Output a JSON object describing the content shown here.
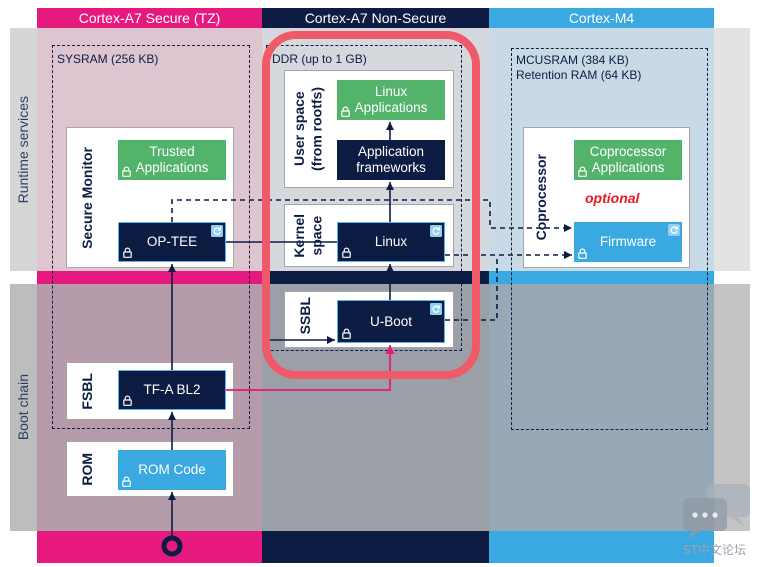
{
  "headers": {
    "secure": "Cortex-A7 Secure (TZ)",
    "nonsecure": "Cortex-A7 Non-Secure",
    "m4": "Cortex-M4"
  },
  "side_labels": {
    "runtime": "Runtime services",
    "boot": "Boot chain"
  },
  "memories": {
    "sysram": "SYSRAM (256 KB)",
    "ddr": "DDR (up to 1 GB)",
    "mcusram": "MCUSRAM (384 KB)",
    "retention_ram": "Retention RAM (64 KB)"
  },
  "groups": {
    "secure_monitor": "Secure Monitor",
    "fsbl": "FSBL",
    "rom": "ROM",
    "user_space": [
      "User space",
      "(from rootfs)"
    ],
    "kernel_space": [
      "Kernel",
      "space"
    ],
    "ssbl": "SSBL",
    "coprocessor": "Coprocessor"
  },
  "components": {
    "trusted_applications": [
      "Trusted",
      "Applications"
    ],
    "op_tee": "OP-TEE",
    "tf_a_bl2": "TF-A BL2",
    "rom_code": "ROM Code",
    "linux_applications": [
      "Linux",
      "Applications"
    ],
    "application_frameworks": [
      "Application",
      "frameworks"
    ],
    "linux": "Linux",
    "u_boot": "U-Boot",
    "coprocessor_applications": [
      "Coprocessor",
      "Applications"
    ],
    "firmware": "Firmware"
  },
  "optional_label": "optional",
  "icons": {
    "lock": "lock-icon",
    "update": "update-icon",
    "entry_point": "start-circle-icon",
    "watermark": "chat-bubble-icon"
  },
  "watermark": "ST中文论坛",
  "colors": {
    "secure": "#E6197E",
    "nonsecure": "#0D1C43",
    "m4": "#3AA9E2",
    "app_green": "#54B36B",
    "highlight": "#F05A68",
    "optional": "#E31B23"
  }
}
